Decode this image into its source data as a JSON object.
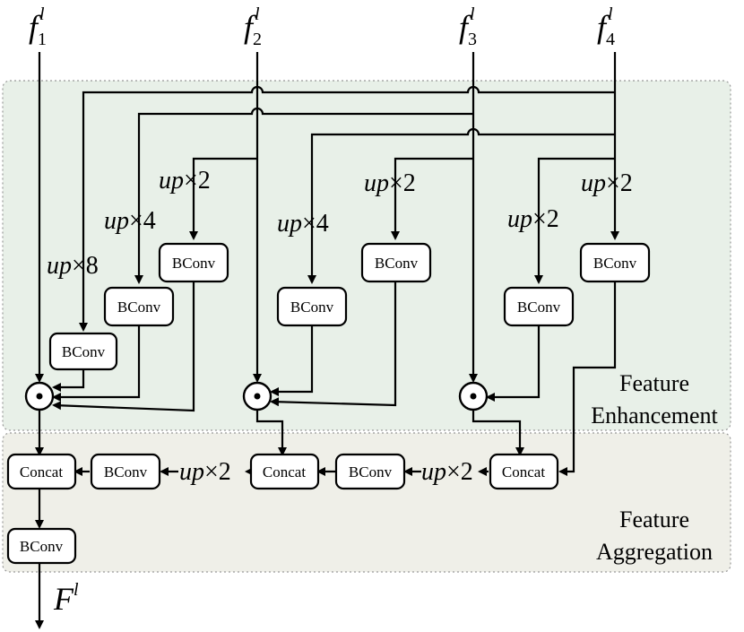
{
  "inputs": [
    {
      "base": "f",
      "sub": "1",
      "sup": "l"
    },
    {
      "base": "f",
      "sub": "2",
      "sup": "l"
    },
    {
      "base": "f",
      "sub": "3",
      "sup": "l"
    },
    {
      "base": "f",
      "sub": "4",
      "sup": "l"
    }
  ],
  "output": {
    "base": "F",
    "sup": "l"
  },
  "regions": {
    "enhancement": {
      "line1": "Feature",
      "line2": "Enhancement",
      "color": "#e8f0e8"
    },
    "aggregation": {
      "line1": "Feature",
      "line2": "Aggregation",
      "color": "#efefe8"
    }
  },
  "labels": {
    "up": "up",
    "times": "×",
    "x2": "2",
    "x4": "4",
    "x8": "8"
  },
  "blocks": {
    "bconv": "BConv",
    "concat": "Concat"
  }
}
